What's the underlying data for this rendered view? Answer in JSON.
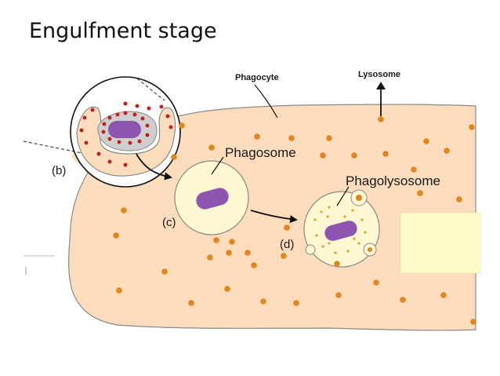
{
  "slide": {
    "title": "Engulfment stage"
  },
  "labels": {
    "phagocyte": "Phagocyte",
    "lysosome": "Lysosome",
    "phagosome": "Phagosome",
    "phagolysosome": "Phagolysosome",
    "step_b": "(b)",
    "step_c": "(c)",
    "step_d": "(d)"
  },
  "colors": {
    "cytoplasm": "#fbdcbd",
    "membrane": "#777777",
    "lysosome": "#e0861a",
    "nucleus_purple": "#8e55b0",
    "vesicle_fill": "#fff6d2",
    "bacterium_dots": "#c0231f",
    "note_box": "#fffbc8"
  },
  "icons": {
    "phagosome": "vesicle-with-bacterium",
    "phagolysosome": "vesicle-with-enzymes",
    "lysosome": "orange-dot"
  }
}
